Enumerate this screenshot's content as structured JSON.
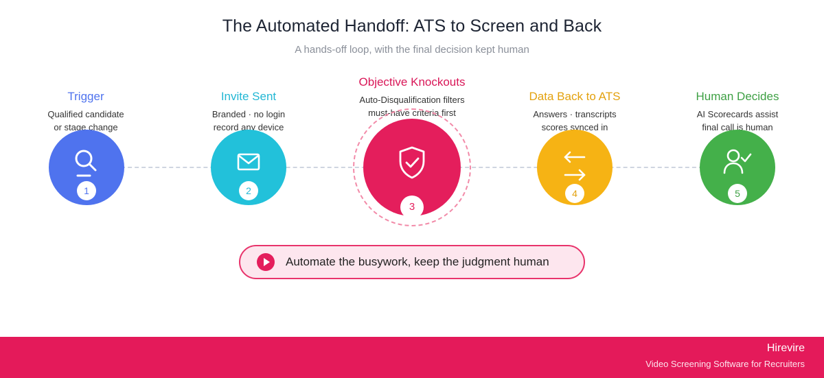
{
  "header": {
    "title": "The Automated Handoff: ATS to Screen and Back",
    "subtitle": "A hands-off loop, with the final decision kept human"
  },
  "steps": [
    {
      "number": "1",
      "title": "Trigger",
      "desc1": "Qualified candidate",
      "desc2": "or stage change",
      "color": "#4f73ee",
      "icon": "search-icon"
    },
    {
      "number": "2",
      "title": "Invite Sent",
      "desc1": "Branded · no login",
      "desc2": "record any device",
      "color": "#22c1da",
      "icon": "envelope-icon"
    },
    {
      "number": "3",
      "title": "Objective Knockouts",
      "desc1": "Auto-Disqualification filters",
      "desc2": "must-have criteria first",
      "color": "#e41e5c",
      "icon": "shield-check-icon"
    },
    {
      "number": "4",
      "title": "Data Back to ATS",
      "desc1": "Answers · transcripts",
      "desc2": "scores synced in",
      "color": "#f6b314",
      "icon": "sync-arrows-icon"
    },
    {
      "number": "5",
      "title": "Human Decides",
      "desc1": "AI Scorecards assist",
      "desc2": "final call is human",
      "color": "#44b04a",
      "icon": "user-check-icon"
    }
  ],
  "title_colors": [
    "#4f73ee",
    "#22b7d4",
    "#d91657",
    "#e3a10e",
    "#3ea044"
  ],
  "banner": {
    "text": "Automate the busywork, keep the judgment human",
    "icon": "play-icon"
  },
  "footer": {
    "brand": "Hirevire",
    "tagline": "Video Screening Software for Recruiters"
  }
}
